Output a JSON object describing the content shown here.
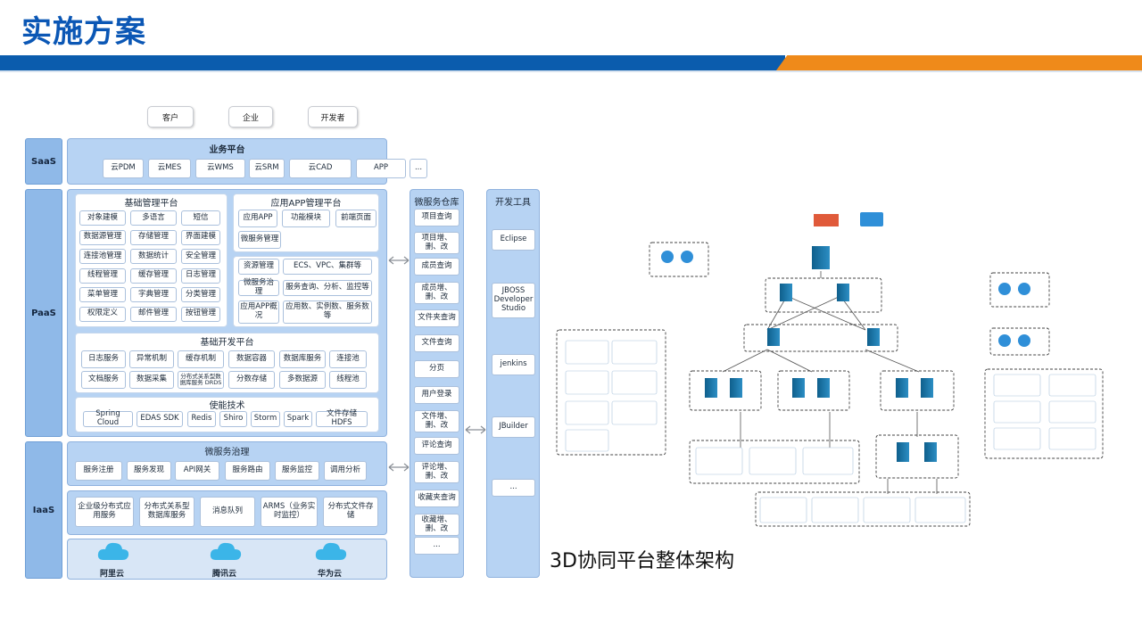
{
  "title": "实施方案",
  "top_users": [
    "客户",
    "企业",
    "开发者"
  ],
  "layers": {
    "saas": "SaaS",
    "paas": "PaaS",
    "iaas": "IaaS"
  },
  "saas": {
    "header": "业务平台",
    "items": [
      "云PDM",
      "云MES",
      "云WMS",
      "云SRM",
      "云CAD",
      "APP",
      "..."
    ]
  },
  "basic_mgmt": {
    "header": "基础管理平台",
    "items": [
      "对象建模",
      "多语言",
      "短信",
      "数据源管理",
      "存储管理",
      "界面建模",
      "连接池管理",
      "数据统计",
      "安全管理",
      "线程管理",
      "缓存管理",
      "日志管理",
      "菜单管理",
      "字典管理",
      "分类管理",
      "权限定义",
      "邮件管理",
      "按钮管理"
    ]
  },
  "app_mgmt": {
    "header": "应用APP管理平台",
    "items": [
      "应用APP",
      "功能模块",
      "前端页面",
      "微服务管理"
    ]
  },
  "res_mgmt": {
    "items": [
      "资源管理",
      "ECS、VPC、集群等",
      "微服务治理",
      "服务查询、分析、监控等",
      "应用APP概况",
      "应用数、实例数、服务数等"
    ]
  },
  "dev_platform": {
    "header": "基础开发平台",
    "items": [
      "日志服务",
      "异常机制",
      "缓存机制",
      "数据容器",
      "数据库服务",
      "连接池",
      "文档服务",
      "数据采集",
      "分布式关系型数据库服务 DRDS",
      "分数存储",
      "多数据源",
      "线程池"
    ]
  },
  "tech": {
    "header": "使能技术",
    "items": [
      "Spring Cloud",
      "EDAS SDK",
      "Redis",
      "Shiro",
      "Storm",
      "Spark",
      "文件存储HDFS"
    ]
  },
  "micro_gov": {
    "header": "微服务治理",
    "items": [
      "服务注册",
      "服务发现",
      "API网关",
      "服务路由",
      "服务监控",
      "调用分析"
    ]
  },
  "iaas_services": [
    "企业级分布式应用服务",
    "分布式关系型数据库服务",
    "消息队列",
    "ARMS（业务实时监控）",
    "分布式文件存储"
  ],
  "clouds": [
    "阿里云",
    "腾讯云",
    "华为云"
  ],
  "micro_repo": {
    "header": "微服务仓库",
    "items": [
      "项目查询",
      "项目增、删、改",
      "成员查询",
      "成员增、删、改",
      "文件夹查询",
      "文件查询",
      "分页",
      "用户登录",
      "文件增、删、改",
      "评论查询",
      "评论增、删、改",
      "收藏夹查询",
      "收藏增、删、改",
      "..."
    ]
  },
  "dev_tools": {
    "header": "开发工具",
    "items": [
      "Eclipse",
      "JBOSS Developer Studio",
      "jenkins",
      "JBuilder",
      "..."
    ]
  },
  "arch_caption": "3D协同平台整体架构",
  "colors": {
    "title": "#0b57b5",
    "bar_blue": "#0b5cad",
    "bar_orange": "#ef8a1a",
    "layer_fill": "#b7d3f3",
    "side_fill": "#8fb9e8"
  }
}
